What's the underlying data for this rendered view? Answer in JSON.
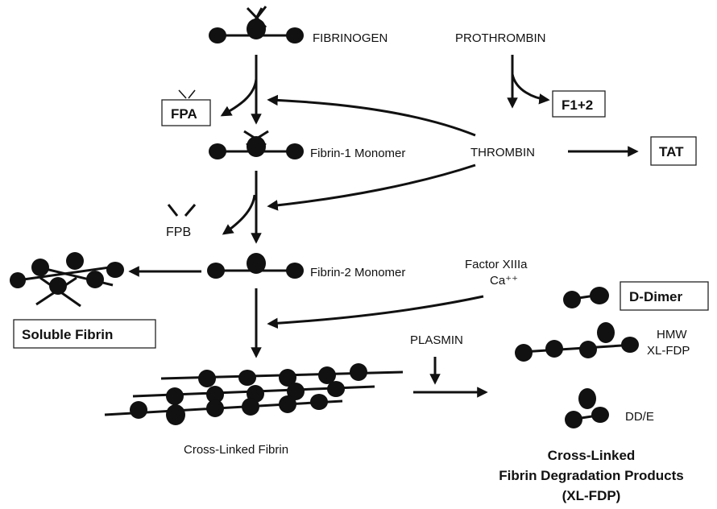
{
  "labels": {
    "fibrinogen": "FIBRINOGEN",
    "prothrombin": "PROTHROMBIN",
    "fpa": "FPA",
    "f12": "F1+2",
    "fibrin1": "Fibrin-1 Monomer",
    "thrombin": "THROMBIN",
    "tat": "TAT",
    "fpb": "FPB",
    "fibrin2": "Fibrin-2 Monomer",
    "factor_xiiia": "Factor XIIIa",
    "calcium": "Ca⁺⁺",
    "soluble_fibrin": "Soluble Fibrin",
    "d_dimer": "D-Dimer",
    "plasmin": "PLASMIN",
    "hmw": "HMW",
    "xlfdp_small": "XL-FDP",
    "dde": "DD/E",
    "cross_linked_fibrin": "Cross-Linked Fibrin",
    "xlfdp_title_1": "Cross-Linked",
    "xlfdp_title_2": "Fibrin Degradation Products",
    "xlfdp_title_3": "(XL-FDP)"
  }
}
